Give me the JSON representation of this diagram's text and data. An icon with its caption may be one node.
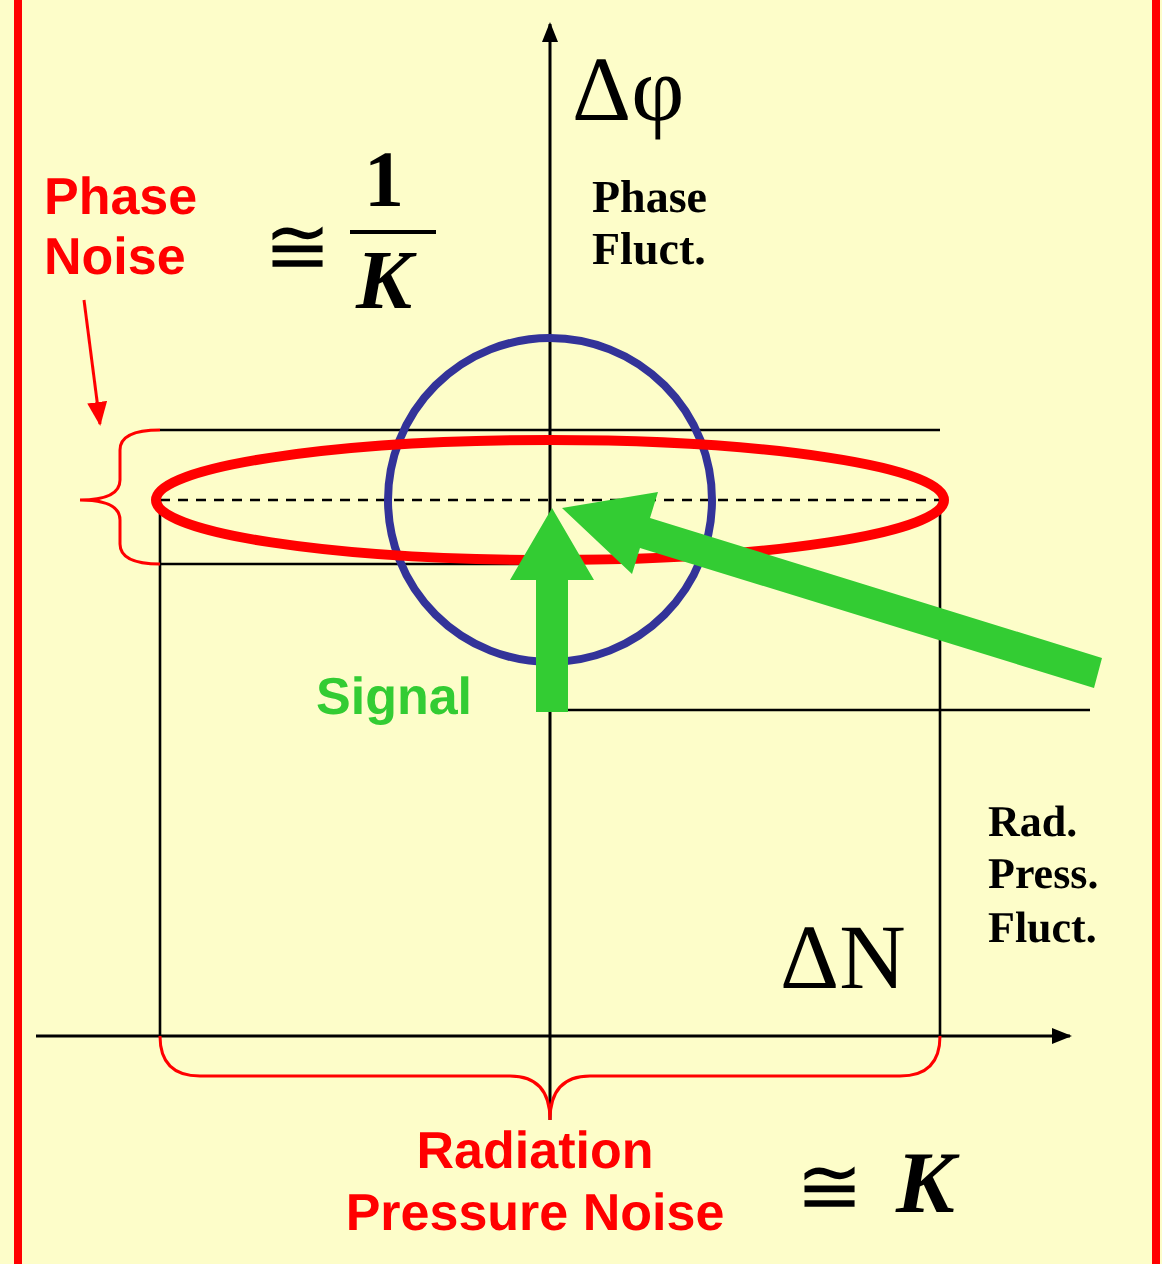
{
  "diagram": {
    "nodes": [
      {
        "text": [
          "Phase Noise"
        ]
      },
      {
        "text": [],
        "shape": "brace"
      },
      {
        "text": [],
        "shape": "circle"
      },
      {
        "text": [],
        "shape": "ellipse"
      }
    ],
    "edges": [
      {
        "from": 0,
        "to": 1,
        "arrow": "to"
      }
    ],
    "labels": [
      "Δφ",
      "Phase Fluct.",
      "≅",
      "1",
      "K",
      "Signal",
      "Rad. Press. Fluct.",
      "ΔN",
      "Radiation Pressure Noise",
      "≅",
      "K"
    ]
  }
}
